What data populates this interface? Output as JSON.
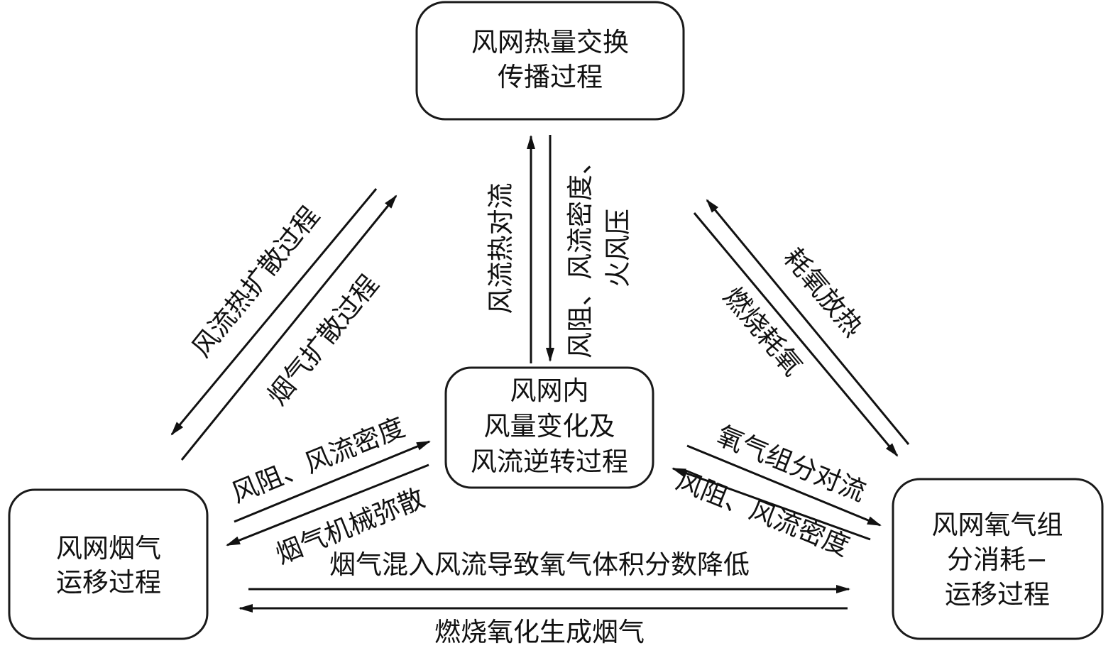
{
  "nodes": {
    "top": {
      "line1": "风网热量交换",
      "line2": "传播过程"
    },
    "center": {
      "line1": "风网内",
      "line2": "风量变化及",
      "line3": "风流逆转过程"
    },
    "left": {
      "line1": "风网烟气",
      "line2": "运移过程"
    },
    "right": {
      "line1": "风网氧气组",
      "line2": "分消耗−",
      "line3": "运移过程"
    }
  },
  "edges": {
    "center_to_top": "风流热对流",
    "top_to_center_line1": "风阻、风流密度、",
    "top_to_center_line2": "火风压",
    "top_to_left": "风流热扩散过程",
    "left_to_top": "烟气扩散过程",
    "right_to_top": "耗氧放热",
    "top_to_right": "燃烧耗氧",
    "left_to_center": "风阻、风流密度",
    "center_to_left": "烟气机械弥散",
    "center_to_right": "氧气组分对流",
    "right_to_center": "风阻、风流密度",
    "left_to_right": "烟气混入风流导致氧气体积分数降低",
    "right_to_left": "燃烧氧化生成烟气"
  }
}
